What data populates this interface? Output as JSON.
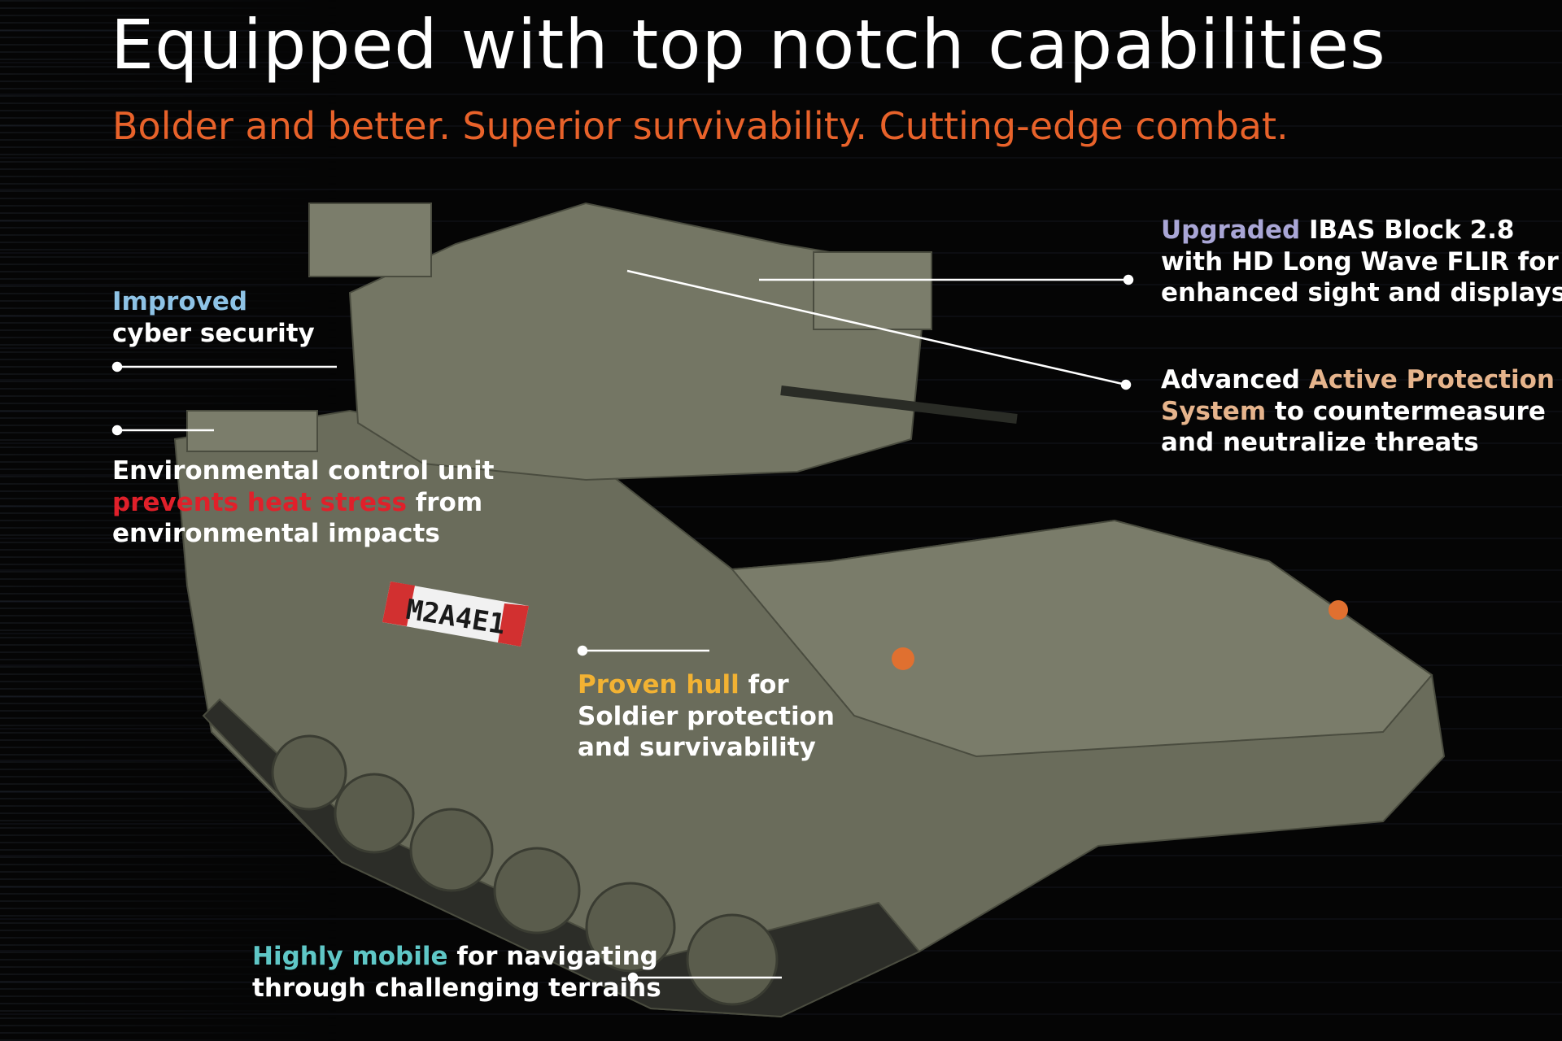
{
  "title": "Equipped with top notch capabilities",
  "subtitle": "Bolder and better. Superior survivability. Cutting-edge combat.",
  "vehicle_marking": "M2A4E1",
  "colors": {
    "subtitle": "#e8622a",
    "upgraded": "#a9a6d6",
    "aps": "#e6b48c",
    "improved": "#8ec3e6",
    "heat": "#e0202a",
    "hull": "#f2b233",
    "mobile": "#5fc7c7",
    "vehicle": "#6a6c5b"
  },
  "callouts": {
    "ibas": {
      "highlight": "Upgraded",
      "line1_rest": " IBAS Block 2.8",
      "line2": "with HD Long Wave FLIR for",
      "line3": "enhanced sight and displays"
    },
    "aps": {
      "line1_start": "Advanced ",
      "highlight1": "Active Protection",
      "highlight2": "System",
      "line2_rest": " to countermeasure",
      "line3": "and neutralize threats"
    },
    "cyber": {
      "highlight": "Improved",
      "line2": "cyber security"
    },
    "ecu": {
      "line1": "Environmental control unit",
      "highlight": "prevents heat stress",
      "line2_rest": " from",
      "line3": "environmental impacts"
    },
    "hull": {
      "highlight": "Proven hull",
      "line1_rest": " for",
      "line2": "Soldier protection",
      "line3": "and survivability"
    },
    "mobility": {
      "highlight": "Highly mobile",
      "line1_rest": " for navigating",
      "line2": "through challenging terrains"
    }
  }
}
